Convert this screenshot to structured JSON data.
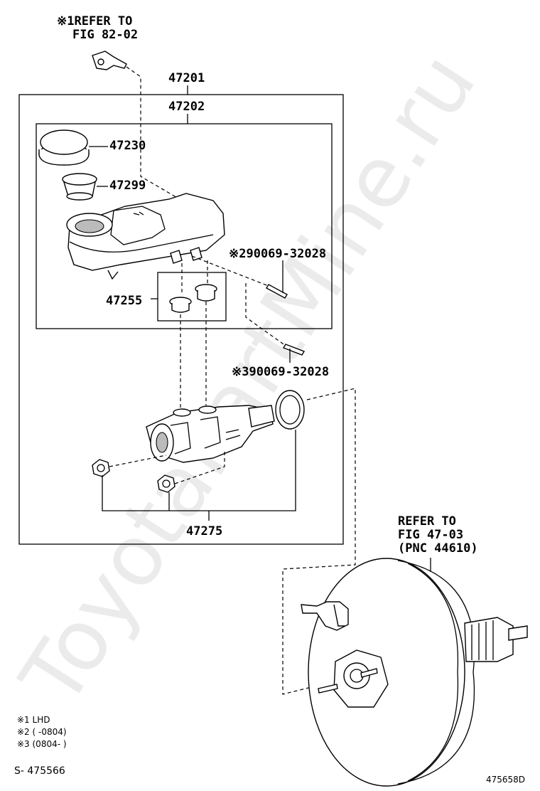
{
  "watermark": "ToyotaPartMine.ru",
  "refs": {
    "ref_top_line1": "※1REFER TO",
    "ref_top_line2": "FIG 82-02",
    "ref_booster_line1": "REFER TO",
    "ref_booster_line2": "FIG 47-03",
    "ref_booster_line3": "(PNC 44610)"
  },
  "parts": {
    "assembly": "47201",
    "reservoir_assembly": "47202",
    "cap": "47230",
    "strainer": "47299",
    "grommet": "47255",
    "pin_2": "※290069-32028",
    "pin_3": "※390069-32028",
    "kit": "47275"
  },
  "legend": {
    "note1": "※1 LHD",
    "note2": "※2 (     -0804)",
    "note3": "※3 (0804-     )"
  },
  "footer": {
    "page_code": "S- 475566",
    "drawing_code": "475658D"
  }
}
